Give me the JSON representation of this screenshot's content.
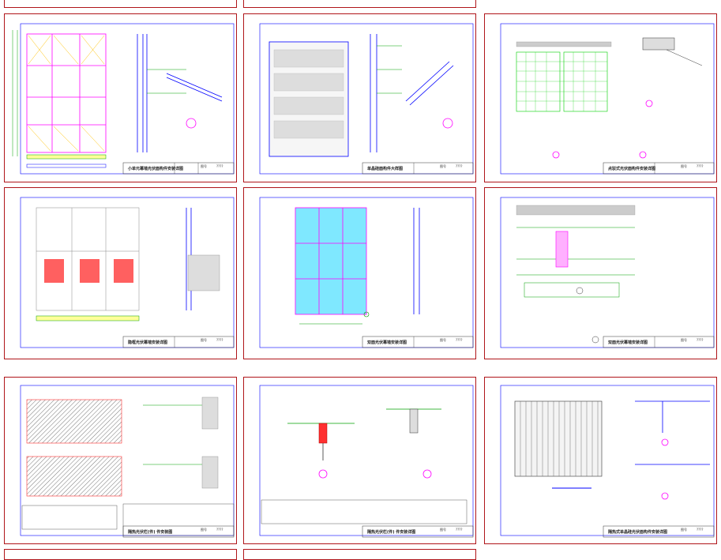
{
  "sheets": [
    {
      "title": "",
      "no": "",
      "cells": []
    },
    {
      "title": "",
      "no": "",
      "cells": []
    },
    {
      "title": "小单元幕墙光伏面构件安装详图",
      "no": "",
      "cells": [
        "图号",
        "????"
      ]
    },
    {
      "title": "单晶硅面构件大样图",
      "no": "",
      "cells": [
        "图号",
        "????"
      ]
    },
    {
      "title": "点驳式光伏面构件安装详图",
      "no": "",
      "cells": [
        "图号",
        "????"
      ]
    },
    {
      "title": "隐框光伏幕墙安装详图",
      "no": "",
      "cells": [
        "图号",
        "????"
      ]
    },
    {
      "title": "双面光伏幕墙安装详图",
      "no": "",
      "cells": [
        "图号",
        "????"
      ]
    },
    {
      "title": "双面光伏幕墙安装详图",
      "no": "",
      "cells": [
        "图号",
        "????"
      ]
    },
    {
      "title": "隔热光伏栏(件) 件安装图",
      "no": "",
      "cells": [
        "图号",
        "????"
      ]
    },
    {
      "title": "隔热光伏栏(件) 件安装详图",
      "no": "",
      "cells": [
        "图号",
        "????"
      ]
    },
    {
      "title": "隔热式单晶硅光伏面构件安装详图",
      "no": "",
      "cells": [
        "图号",
        "????"
      ]
    }
  ],
  "colors": {
    "border": "#b0151a",
    "cad_blue": "#0000ff",
    "cad_magenta": "#ff00ff",
    "cad_green": "#00a000",
    "cad_cyan": "#00c8ff",
    "cad_red": "#ff3030"
  }
}
